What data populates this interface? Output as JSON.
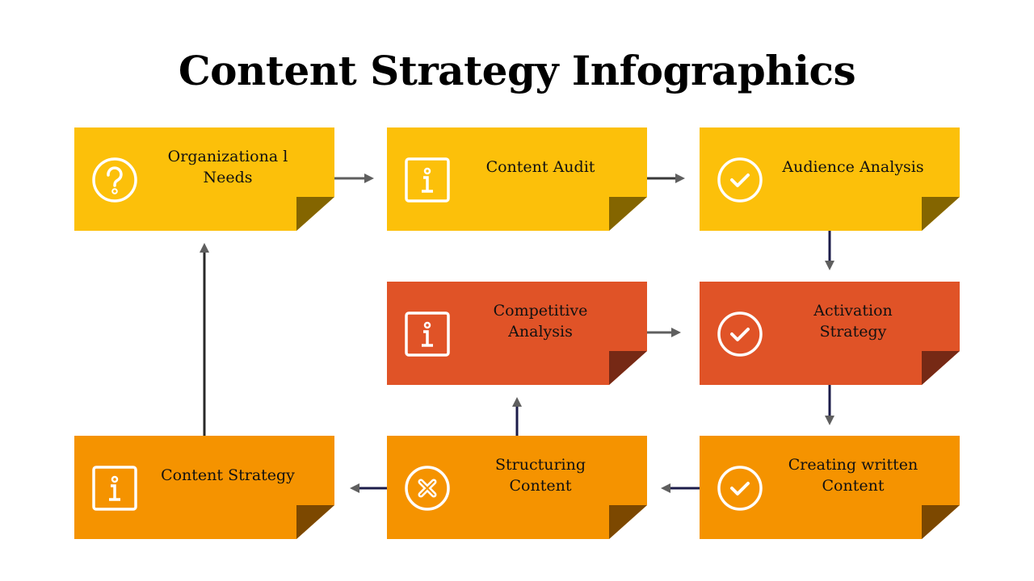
{
  "title": "Content Strategy Infographics",
  "cards": [
    {
      "label": "Organizationa l Needs",
      "icon": "question-circle-icon",
      "color": "#fcc00a"
    },
    {
      "label": "Content Audit",
      "icon": "info-square-icon",
      "color": "#fcc00a"
    },
    {
      "label": "Audience Analysis",
      "icon": "check-circle-icon",
      "color": "#fcc00a"
    },
    {
      "label": "Competitive Analysis",
      "icon": "info-square-icon",
      "color": "#e05327"
    },
    {
      "label": "Activation Strategy",
      "icon": "check-circle-icon",
      "color": "#e05327"
    },
    {
      "label": "Content Strategy",
      "icon": "info-square-icon",
      "color": "#f59300"
    },
    {
      "label": "Structuring Content",
      "icon": "x-circle-icon",
      "color": "#f59300"
    },
    {
      "label": "Creating written Content",
      "icon": "check-circle-icon",
      "color": "#f59300"
    }
  ]
}
